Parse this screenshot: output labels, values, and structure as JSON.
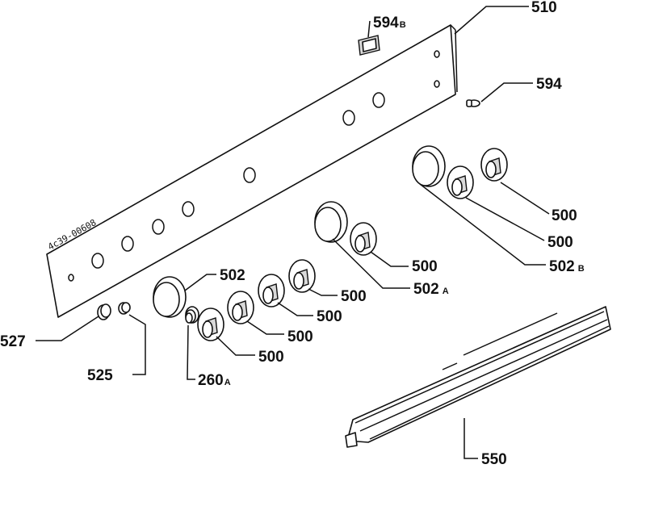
{
  "panel_code": "4c39-00608",
  "labels": {
    "l510": "510",
    "l594b_num": "594",
    "l594b_suf": "B",
    "l594": "594",
    "l500_a": "500",
    "l500_b": "500",
    "l502b_num": "502",
    "l502b_suf": "B",
    "l500_c": "500",
    "l502a_num": "502",
    "l502a_suf": "A",
    "l502": "502",
    "l500_d": "500",
    "l500_e": "500",
    "l500_f": "500",
    "l500_g": "500",
    "l527": "527",
    "l525": "525",
    "l260a_num": "260",
    "l260a_suf": "A",
    "l550": "550"
  }
}
